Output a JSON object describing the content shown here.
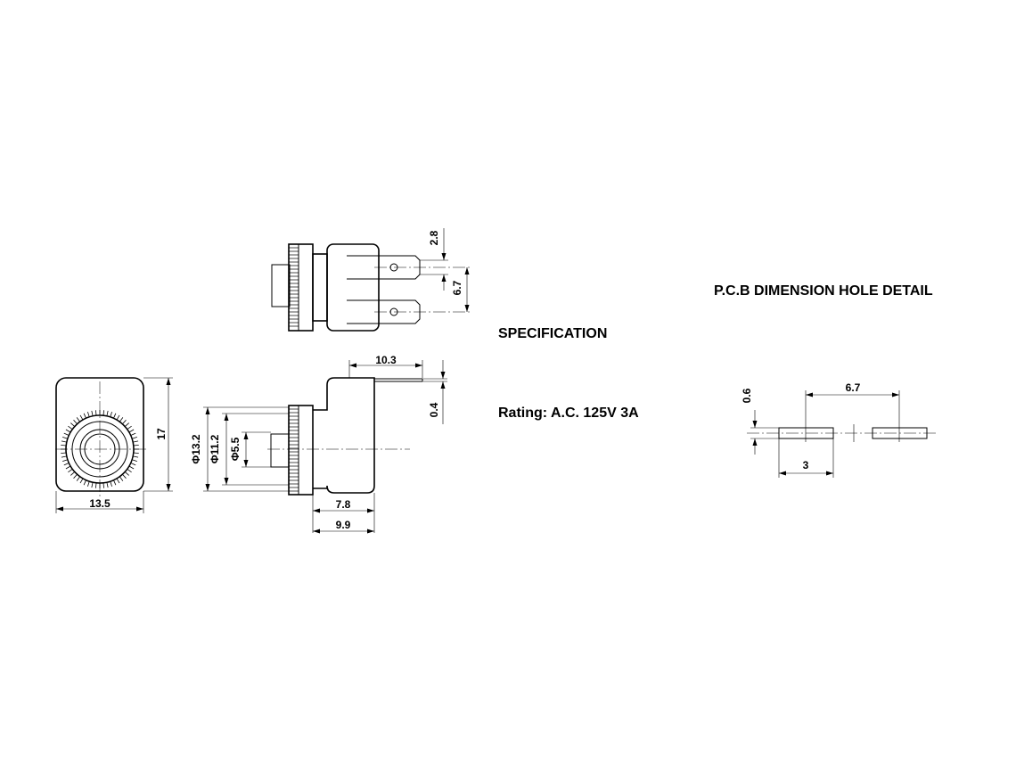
{
  "headings": {
    "specification": "SPECIFICATION",
    "rating": "Rating: A.C. 125V  3A",
    "pcb_detail": "P.C.B DIMENSION  HOLE  DETAIL"
  },
  "dimensions": {
    "width_front": "13.5",
    "height_front": "17",
    "dia_13_2": "Φ13.2",
    "dia_11_2": "Φ11.2",
    "dia_5_5": "Φ5.5",
    "top_tab_width": "2.8",
    "top_tab_pitch": "6.7",
    "side_length": "10.3",
    "side_thickness": "0.4",
    "side_body": "7.8",
    "side_total": "9.9",
    "pcb_slot_height": "0.6",
    "pcb_pitch": "6.7",
    "pcb_slot_width": "3"
  }
}
